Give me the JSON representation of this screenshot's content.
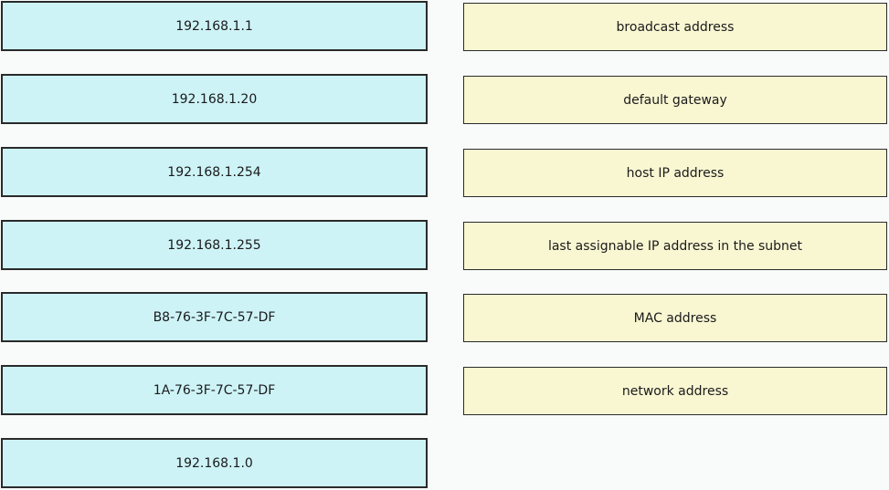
{
  "colors": {
    "source_bg": "#cdf3f7",
    "target_bg": "#f9f7d2",
    "page_bg": "#f9fbfb",
    "border": "#2a2a2a"
  },
  "sources": [
    {
      "label": "192.168.1.1"
    },
    {
      "label": "192.168.1.20"
    },
    {
      "label": "192.168.1.254"
    },
    {
      "label": "192.168.1.255"
    },
    {
      "label": "B8-76-3F-7C-57-DF"
    },
    {
      "label": "1A-76-3F-7C-57-DF"
    },
    {
      "label": "192.168.1.0"
    }
  ],
  "targets": [
    {
      "label": "broadcast address"
    },
    {
      "label": "default gateway"
    },
    {
      "label": "host IP address"
    },
    {
      "label": "last assignable IP address in the subnet"
    },
    {
      "label": "MAC address"
    },
    {
      "label": "network address"
    }
  ]
}
